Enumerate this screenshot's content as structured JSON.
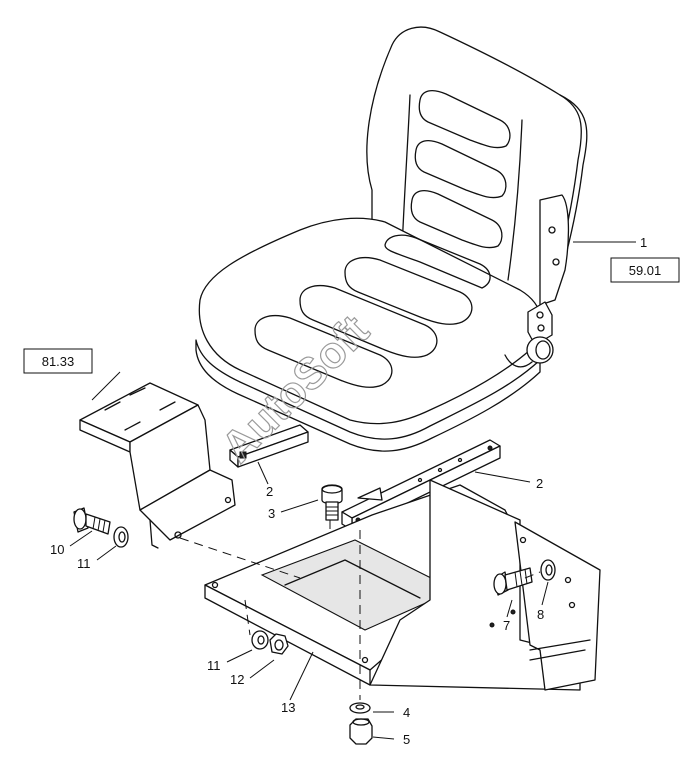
{
  "diagram": {
    "watermark": "AutoSoft",
    "reference_boxes": [
      {
        "id": "ref-59-01",
        "text": "59.01"
      },
      {
        "id": "ref-81-33",
        "text": "81.33"
      }
    ],
    "callouts": [
      {
        "id": "c1",
        "text": "1"
      },
      {
        "id": "c2a",
        "text": "2"
      },
      {
        "id": "c2b",
        "text": "2"
      },
      {
        "id": "c3",
        "text": "3"
      },
      {
        "id": "c4",
        "text": "4"
      },
      {
        "id": "c5",
        "text": "5"
      },
      {
        "id": "c7",
        "text": "7"
      },
      {
        "id": "c8",
        "text": "8"
      },
      {
        "id": "c10",
        "text": "10"
      },
      {
        "id": "c11a",
        "text": "11"
      },
      {
        "id": "c11b",
        "text": "11"
      },
      {
        "id": "c12",
        "text": "12"
      },
      {
        "id": "c13",
        "text": "13"
      }
    ]
  }
}
